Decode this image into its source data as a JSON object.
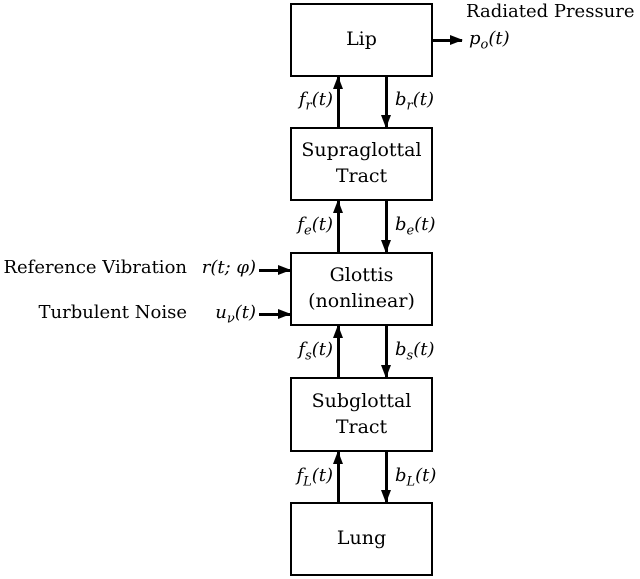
{
  "diagram": {
    "blocks": {
      "lip": {
        "label": "Lip"
      },
      "supraglottal_tract": {
        "label_line1": "Supraglottal",
        "label_line2": "Tract"
      },
      "glottis": {
        "label_line1": "Glottis",
        "label_line2": "(nonlinear)"
      },
      "subglottal_tract": {
        "label_line1": "Subglottal",
        "label_line2": "Tract"
      },
      "lung": {
        "label": "Lung"
      }
    },
    "wave_signals": {
      "f_r": {
        "base": "f",
        "sub": "r",
        "suffix": "(t)"
      },
      "b_r": {
        "base": "b",
        "sub": "r",
        "suffix": "(t)"
      },
      "f_e": {
        "base": "f",
        "sub": "e",
        "suffix": "(t)"
      },
      "b_e": {
        "base": "b",
        "sub": "e",
        "suffix": "(t)"
      },
      "f_s": {
        "base": "f",
        "sub": "s",
        "suffix": "(t)"
      },
      "b_s": {
        "base": "b",
        "sub": "s",
        "suffix": "(t)"
      },
      "f_L": {
        "base": "f",
        "sub": "L",
        "suffix": "(t)"
      },
      "b_L": {
        "base": "b",
        "sub": "L",
        "suffix": "(t)"
      }
    },
    "output": {
      "caption": "Radiated Pressure",
      "signal": {
        "base": "p",
        "sub": "o",
        "suffix": "(t)"
      }
    },
    "inputs": {
      "reference_vibration": {
        "caption": "Reference Vibration",
        "signal": {
          "base": "r",
          "sub": "",
          "suffix": "(t; φ)"
        }
      },
      "turbulent_noise": {
        "caption": "Turbulent Noise",
        "signal": {
          "base": "u",
          "sub": "ν",
          "suffix": "(t)"
        }
      }
    },
    "colors": {
      "line": "#000000",
      "background": "#ffffff"
    }
  }
}
